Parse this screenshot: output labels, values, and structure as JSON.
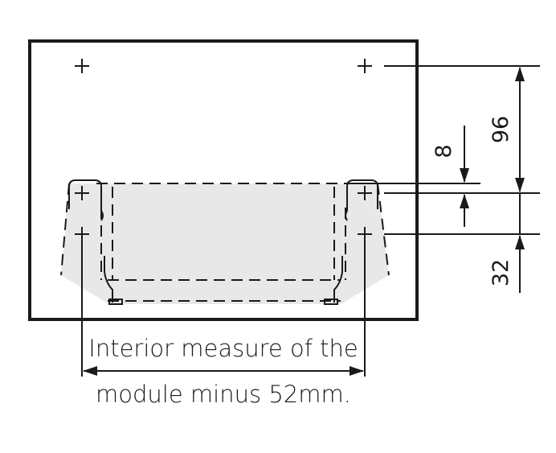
{
  "dimensions": {
    "top_to_upper_hole": "96",
    "upper_hole_to_second_hole": "8",
    "lower_hole_to_bottom": "32"
  },
  "caption": {
    "line1": "Interior measure of the",
    "line2": "module minus 52mm."
  },
  "colors": {
    "stroke": "#1a1a1a",
    "drawer_fill": "#e8e8e8",
    "background": "#ffffff"
  }
}
